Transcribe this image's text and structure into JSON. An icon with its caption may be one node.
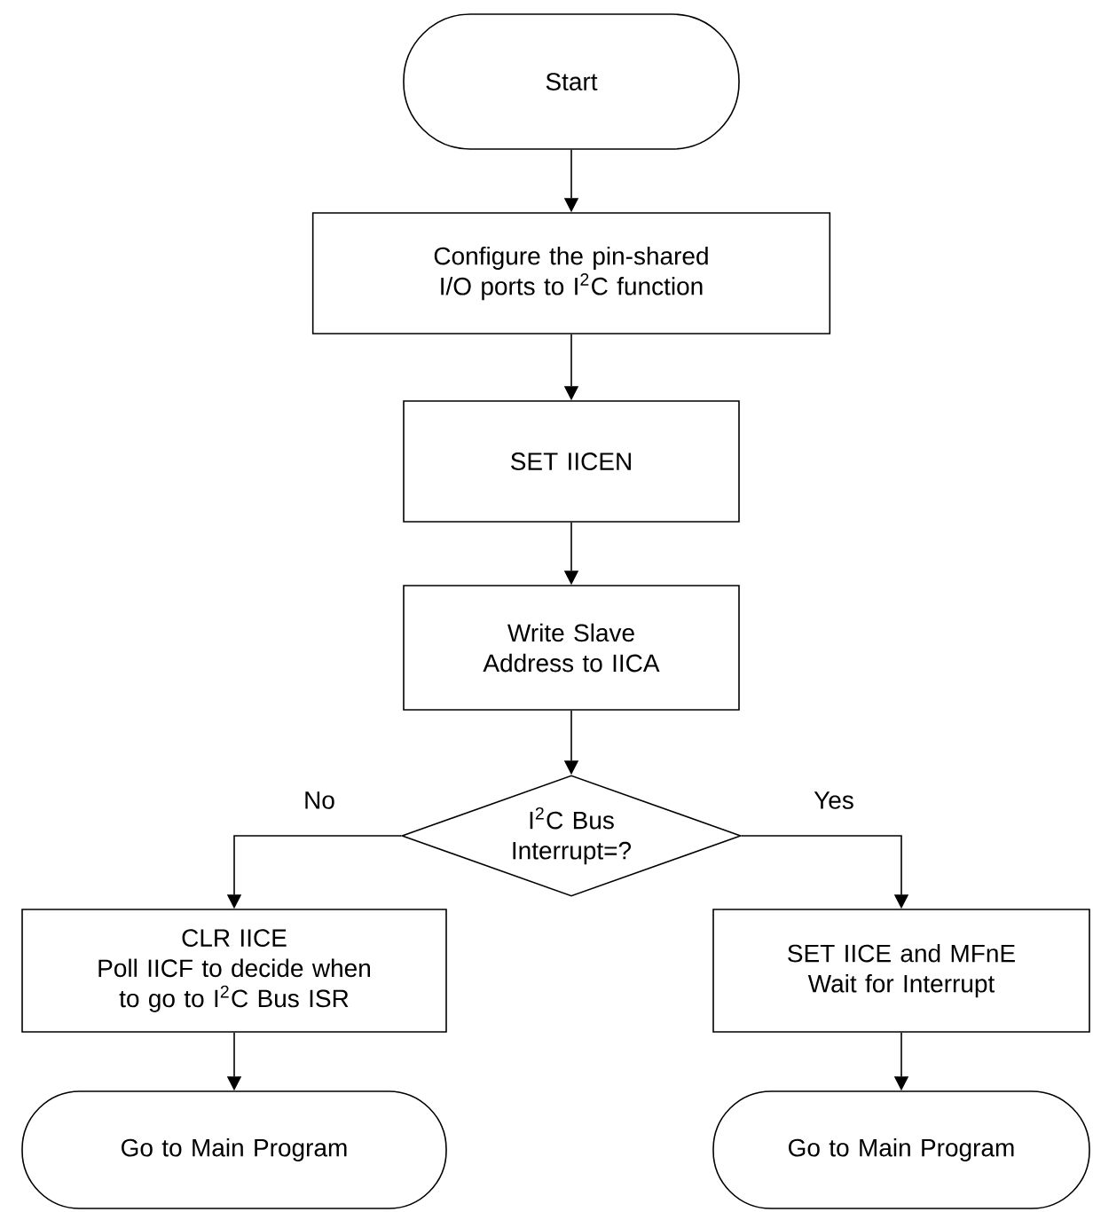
{
  "diagram": {
    "nodes": [
      {
        "text": [
          "Start"
        ]
      },
      {
        "text": [
          "Configure the pin-shared I/O ports to I$^{2}$C function"
        ]
      },
      {
        "text": [
          "SET IICEN"
        ]
      },
      {
        "text": [
          "Write Slave Address to IICA"
        ]
      },
      {
        "text": [
          "I$^{2}$C Bus Interrupt=?"
        ]
      },
      {
        "text": [
          "CLR IICE",
          "Poll IICF to decide when to go to I$^{2}$C Bus ISR"
        ]
      },
      {
        "text": [
          "SET IICE and MFnE",
          "Wait for Interrupt"
        ]
      },
      {
        "text": [
          "Go to Main Program"
        ]
      },
      {
        "text": [
          "Go to Main Program"
        ]
      }
    ],
    "edges": [
      {
        "from": 0,
        "to": 1,
        "arrow": "to"
      },
      {
        "from": 1,
        "to": 2,
        "arrow": "to"
      },
      {
        "from": 2,
        "to": 3,
        "arrow": "to"
      },
      {
        "from": 3,
        "to": 4,
        "arrow": "to"
      },
      {
        "from": 4,
        "to": 5,
        "arrow": "to",
        "label": "No"
      },
      {
        "from": 4,
        "to": 6,
        "arrow": "to",
        "label": "Yes"
      },
      {
        "from": 5,
        "to": 7,
        "arrow": "to"
      },
      {
        "from": 6,
        "to": 8,
        "arrow": "to"
      }
    ]
  }
}
